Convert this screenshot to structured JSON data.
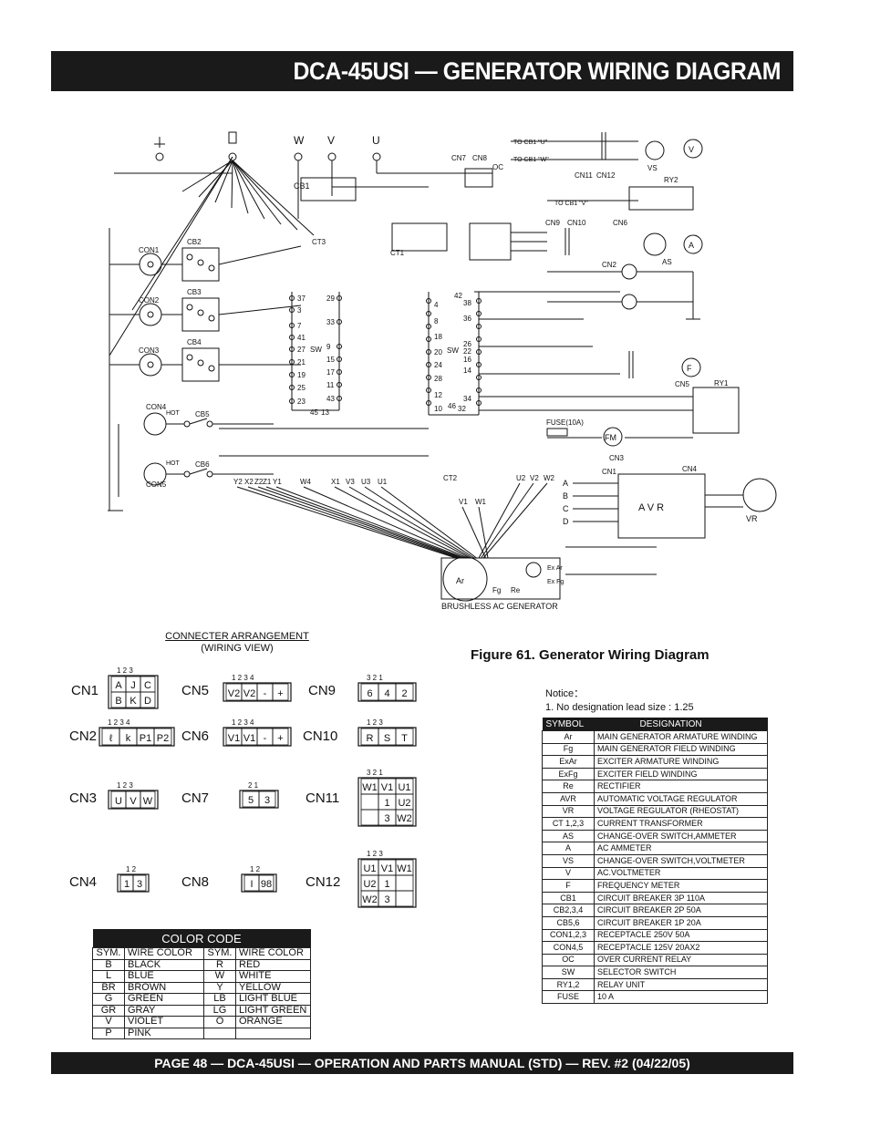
{
  "header": {
    "title": "DCA-45USI — GENERATOR WIRING DIAGRAM"
  },
  "footer": {
    "text": "PAGE 48 — DCA-45USI —  OPERATION AND PARTS  MANUAL  (STD) — REV. #2  (04/22/05)"
  },
  "figure": {
    "caption": "Figure 61. Generator Wiring Diagram"
  },
  "diagram": {
    "terminals_top": [
      "W",
      "V",
      "U"
    ],
    "cb_labels": [
      "CB1",
      "CB2",
      "CB3",
      "CB4",
      "CB5",
      "CB6"
    ],
    "con_labels": [
      "CON1",
      "CON2",
      "CON3",
      "CON4",
      "CON5"
    ],
    "generator_label": "BRUSHLESS AC GENERATOR",
    "avr_label": "A V R",
    "fuse_label": "FUSE(10A)",
    "meter_labels": [
      "V",
      "A",
      "F",
      "FM",
      "VS",
      "AS",
      "VR"
    ],
    "relay_labels": [
      "RY1",
      "RY2"
    ],
    "misc_labels": [
      "SW",
      "SW",
      "Ar",
      "Fg",
      "Re",
      "Ex Ar",
      "Ex Fg",
      "CT1",
      "CT2",
      "CT3",
      "OC",
      "HOT"
    ],
    "to_labels": [
      "TO CB1 \"U\"",
      "TO CB1 \"W\"",
      "TO CB1 \"V\""
    ],
    "wire_numbers_left": [
      "37",
      "3",
      "7",
      "41",
      "27",
      "21",
      "19",
      "25",
      "23",
      "45",
      "13"
    ],
    "wire_numbers_mid": [
      "29",
      "33",
      "9",
      "15",
      "17",
      "11",
      "43"
    ],
    "wire_numbers_right": [
      "42",
      "38",
      "36",
      "4",
      "8",
      "18",
      "20",
      "24",
      "28",
      "12",
      "10",
      "46",
      "32",
      "26",
      "22",
      "16",
      "14",
      "34"
    ],
    "lead_labels": [
      "Y2",
      "X2",
      "Z2",
      "Z1",
      "Y1",
      "W4",
      "X1",
      "V3",
      "U3",
      "U1",
      "U2",
      "V2",
      "W2",
      "V1",
      "W1"
    ],
    "avr_pins": [
      "A",
      "B",
      "C",
      "D"
    ],
    "cn_labels": [
      "CN1",
      "CN2",
      "CN3",
      "CN4",
      "CN5",
      "CN6",
      "CN7",
      "CN8",
      "CN9",
      "CN10",
      "CN11",
      "CN12"
    ]
  },
  "connector_arrangement": {
    "title": "CONNECTER ARRANGEMENT",
    "subtitle": "(WIRING VIEW)",
    "connectors": [
      {
        "name": "CN1",
        "pins": "1  2  3",
        "rows": [
          [
            "A",
            "J",
            "C"
          ],
          [
            "B",
            "K",
            "D"
          ]
        ]
      },
      {
        "name": "CN2",
        "pins": "1  2  3  4",
        "rows": [
          [
            "ℓ",
            "k",
            "P1",
            "P2"
          ]
        ]
      },
      {
        "name": "CN3",
        "pins": "1  2  3",
        "rows": [
          [
            "U",
            "V",
            "W"
          ]
        ]
      },
      {
        "name": "CN4",
        "pins": "1  2",
        "rows": [
          [
            "1",
            "3"
          ]
        ]
      },
      {
        "name": "CN5",
        "pins": "1  2  3  4",
        "rows": [
          [
            "V2",
            "V2",
            "-",
            "+"
          ]
        ]
      },
      {
        "name": "CN6",
        "pins": "1  2  3  4",
        "rows": [
          [
            "V1",
            "V1",
            "-",
            "+"
          ]
        ]
      },
      {
        "name": "CN7",
        "pins": "2  1",
        "rows": [
          [
            "5",
            "3"
          ]
        ]
      },
      {
        "name": "CN8",
        "pins": "1  2",
        "rows": [
          [
            "I",
            "98"
          ]
        ]
      },
      {
        "name": "CN9",
        "pins": "3  2  1",
        "rows": [
          [
            "6",
            "4",
            "2"
          ]
        ]
      },
      {
        "name": "CN10",
        "pins": "1  2  3",
        "rows": [
          [
            "R",
            "S",
            "T"
          ]
        ]
      },
      {
        "name": "CN11",
        "pins": "3  2  1",
        "rows": [
          [
            "W1",
            "V1",
            "U1"
          ],
          [
            "",
            "1",
            "U2"
          ],
          [
            "",
            "3",
            "W2"
          ]
        ]
      },
      {
        "name": "CN12",
        "pins": "1  2  3",
        "rows": [
          [
            "U1",
            "V1",
            "W1"
          ],
          [
            "U2",
            "1",
            ""
          ],
          [
            "W2",
            "3",
            ""
          ]
        ]
      }
    ]
  },
  "notice": {
    "heading": "Notice：",
    "line1": "1. No designation lead size : 1.25"
  },
  "symbol_table": {
    "headers": [
      "SYMBOL",
      "DESIGNATION"
    ],
    "rows": [
      [
        "Ar",
        "MAIN GENERATOR ARMATURE WINDING"
      ],
      [
        "Fg",
        "MAIN GENERATOR FIELD WINDING"
      ],
      [
        "ExAr",
        "EXCITER ARMATURE WINDING"
      ],
      [
        "ExFg",
        "EXCITER FIELD WINDING"
      ],
      [
        "Re",
        "RECTIFIER"
      ],
      [
        "AVR",
        "AUTOMATIC VOLTAGE REGULATOR"
      ],
      [
        "VR",
        "VOLTAGE REGULATOR (RHEOSTAT)"
      ],
      [
        "CT 1,2,3",
        "CURRENT TRANSFORMER"
      ],
      [
        "AS",
        "CHANGE-OVER SWITCH,AMMETER"
      ],
      [
        "A",
        "AC AMMETER"
      ],
      [
        "VS",
        "CHANGE-OVER SWITCH,VOLTMETER"
      ],
      [
        "V",
        "AC.VOLTMETER"
      ],
      [
        "F",
        "FREQUENCY METER"
      ],
      [
        "CB1",
        "CIRCUIT BREAKER 3P 110A"
      ],
      [
        "CB2,3,4",
        "CIRCUIT BREAKER 2P 50A"
      ],
      [
        "CB5,6",
        "CIRCUIT BREAKER 1P 20A"
      ],
      [
        "CON1,2,3",
        "RECEPTACLE 250V 50A"
      ],
      [
        "CON4,5",
        "RECEPTACLE 125V 20AX2"
      ],
      [
        "OC",
        "OVER CURRENT RELAY"
      ],
      [
        "SW",
        "SELECTOR SWITCH"
      ],
      [
        "RY1,2",
        "RELAY UNIT"
      ],
      [
        "FUSE",
        "10 A"
      ]
    ]
  },
  "color_code": {
    "title": "COLOR CODE",
    "headers": [
      "SYM.",
      "WIRE COLOR",
      "SYM.",
      "WIRE COLOR"
    ],
    "rows": [
      [
        "B",
        "BLACK",
        "R",
        "RED"
      ],
      [
        "L",
        "BLUE",
        "W",
        "WHITE"
      ],
      [
        "BR",
        "BROWN",
        "Y",
        "YELLOW"
      ],
      [
        "G",
        "GREEN",
        "LB",
        "LIGHT BLUE"
      ],
      [
        "GR",
        "GRAY",
        "LG",
        "LIGHT GREEN"
      ],
      [
        "V",
        "VIOLET",
        "O",
        "ORANGE"
      ],
      [
        "P",
        "PINK",
        "",
        ""
      ]
    ]
  }
}
